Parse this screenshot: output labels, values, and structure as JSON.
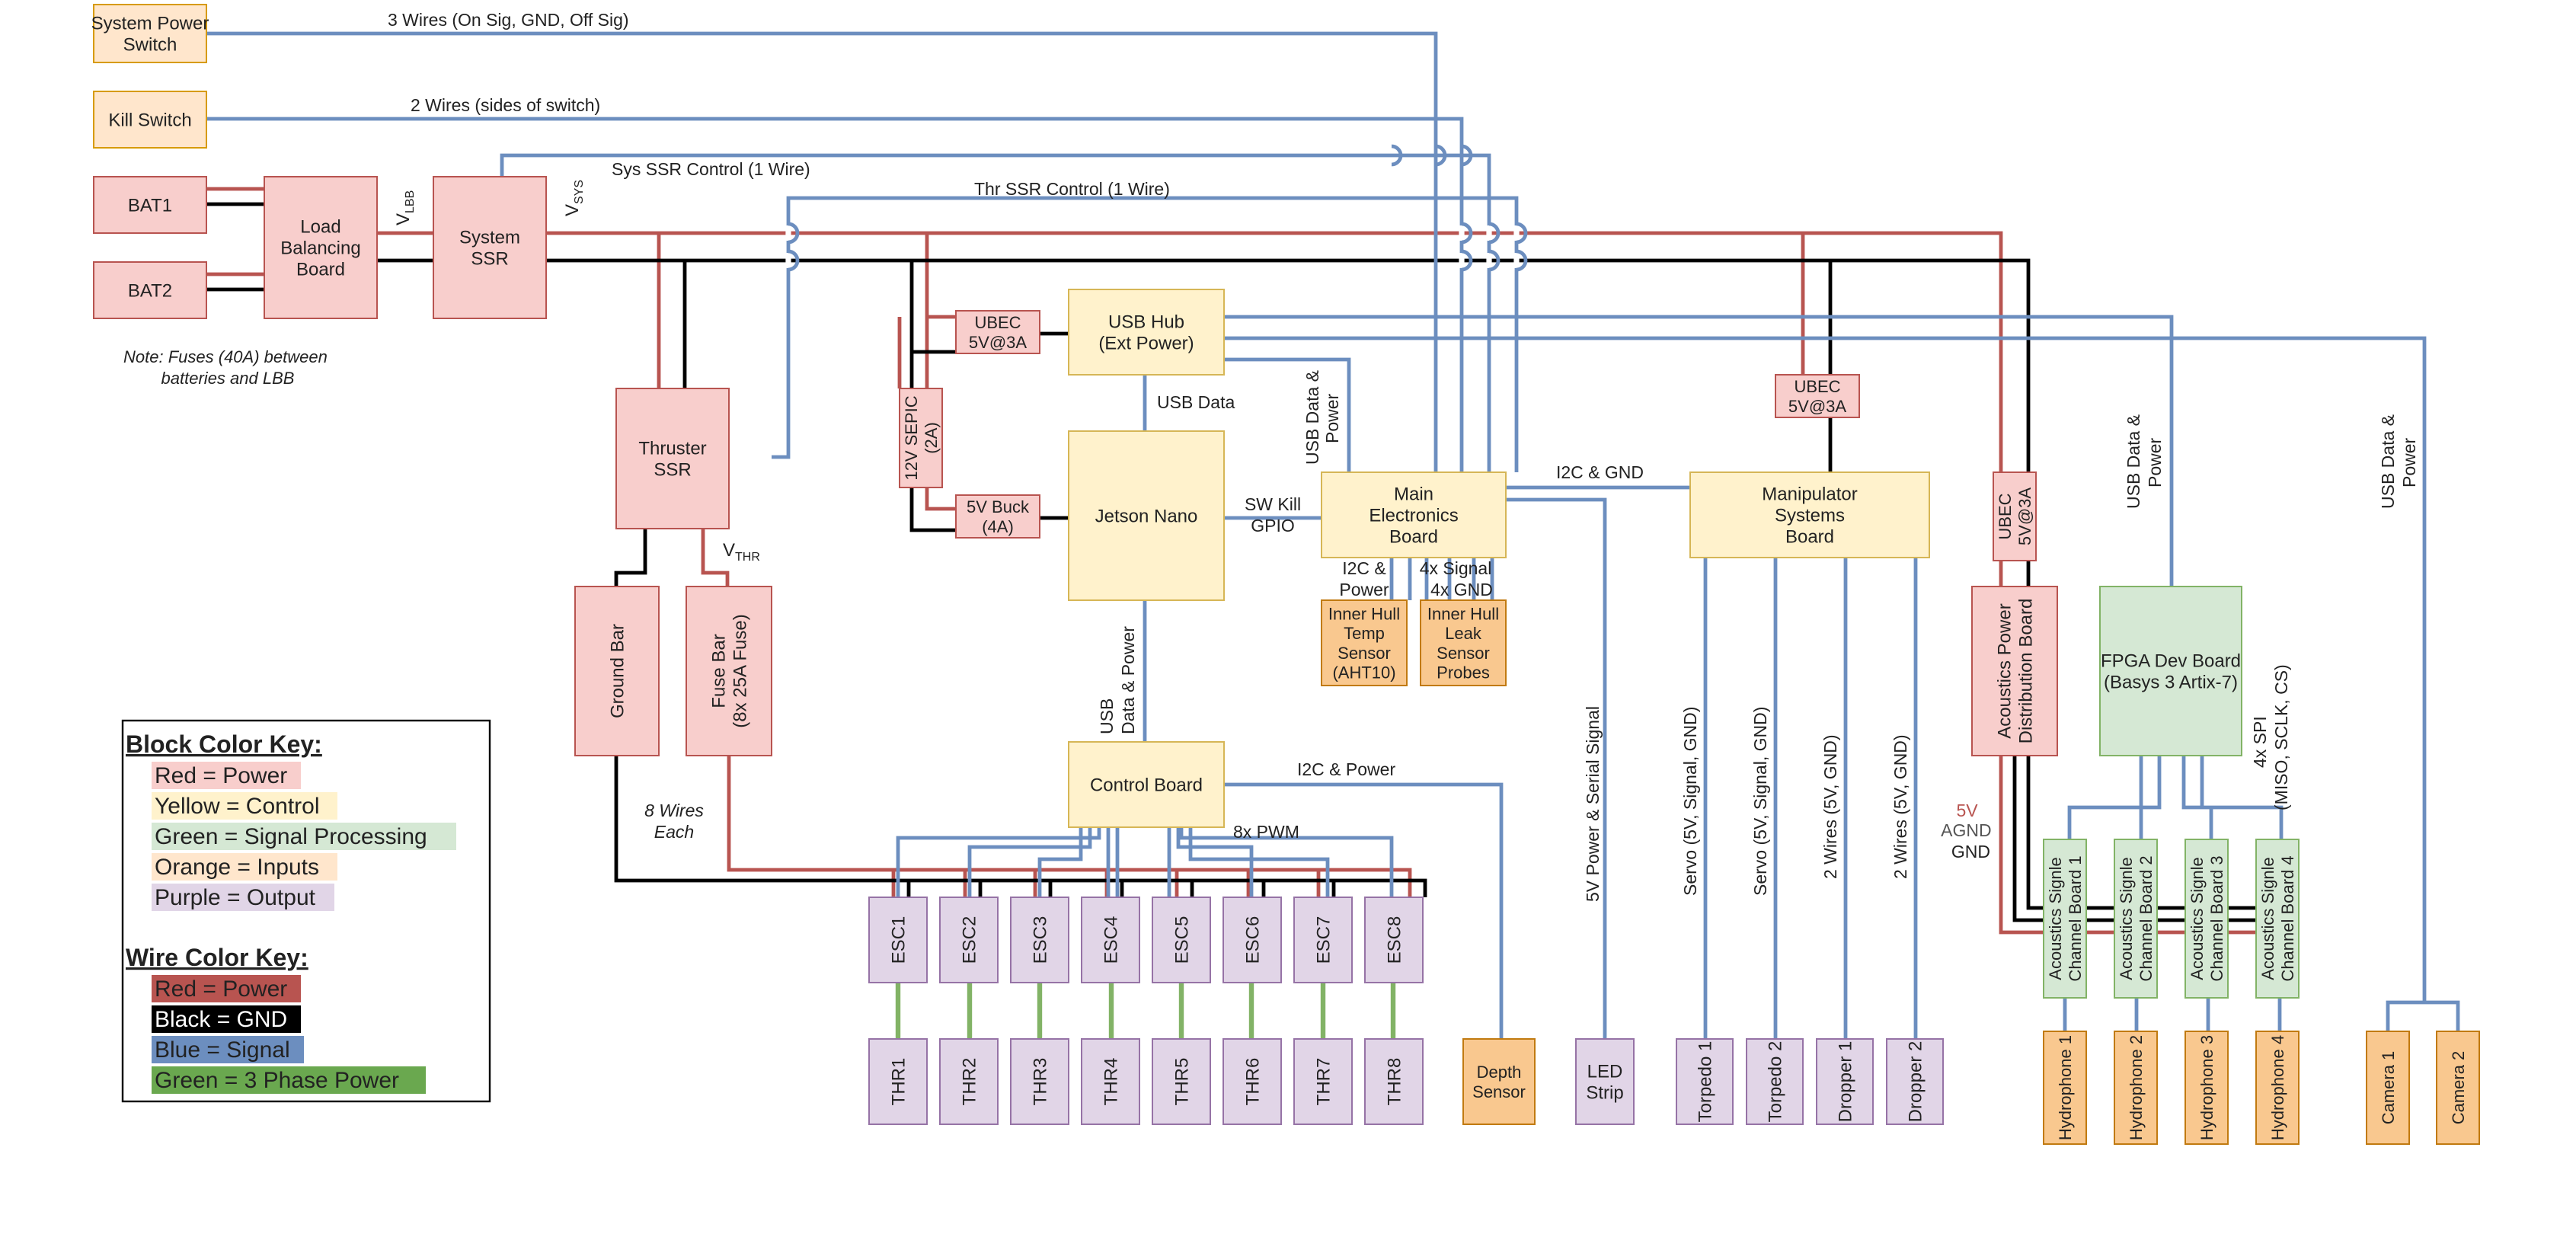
{
  "colors": {
    "power_fill": "#f8cecc",
    "power_stroke": "#b85450",
    "control_fill": "#fff2cc",
    "control_stroke": "#d6b656",
    "signal_fill": "#d5e8d4",
    "signal_stroke": "#82b366",
    "input_fill": "#ffe6cc",
    "input_stroke": "#d79b00",
    "output_fill": "#e1d5e7",
    "output_stroke": "#9673a6",
    "input_dark_fill": "#f9c88f",
    "input_dark_stroke": "#c17a10",
    "wire_power": "#b85450",
    "wire_gnd": "#000000",
    "wire_signal": "#6c8ebf",
    "wire_phase": "#82b366"
  },
  "blocks": {
    "sys_power_switch": [
      "System Power",
      "Switch"
    ],
    "kill_switch": [
      "Kill Switch"
    ],
    "bat1": [
      "BAT1"
    ],
    "bat2": [
      "BAT2"
    ],
    "lbb": [
      "Load",
      "Balancing",
      "Board"
    ],
    "sys_ssr": [
      "System",
      "SSR"
    ],
    "thr_ssr": [
      "Thruster",
      "SSR"
    ],
    "ground_bar": [
      "Ground Bar"
    ],
    "fuse_bar": [
      "Fuse Bar",
      "(8x 25A Fuse)"
    ],
    "sepic": [
      "12V SEPIC",
      "(2A)"
    ],
    "ubec1": [
      "UBEC",
      "5V@3A"
    ],
    "buck": [
      "5V Buck",
      "(4A)"
    ],
    "usb_hub": [
      "USB Hub",
      "(Ext Power)"
    ],
    "jetson": [
      "Jetson Nano"
    ],
    "control_board": [
      "Control Board"
    ],
    "meb": [
      "Main",
      "Electronics",
      "Board"
    ],
    "temp_sensor": [
      "Inner Hull",
      "Temp",
      "Sensor",
      "(AHT10)"
    ],
    "leak_sensor": [
      "Inner Hull",
      "Leak",
      "Sensor",
      "Probes"
    ],
    "depth_sensor": [
      "Depth",
      "Sensor"
    ],
    "led_strip": [
      "LED",
      "Strip"
    ],
    "ubec2": [
      "UBEC",
      "5V@3A"
    ],
    "msb": [
      "Manipulator",
      "Systems",
      "Board"
    ],
    "ubec3": [
      "UBEC",
      "5V@3A"
    ],
    "apdb": [
      "Acoustics Power",
      "Distribution Board"
    ],
    "fpga": [
      "FPGA Dev Board",
      "(Basys 3 Artix-7)"
    ],
    "escs": [
      "ESC1",
      "ESC2",
      "ESC3",
      "ESC4",
      "ESC5",
      "ESC6",
      "ESC7",
      "ESC8"
    ],
    "thrusters": [
      "THR1",
      "THR2",
      "THR3",
      "THR4",
      "THR5",
      "THR6",
      "THR7",
      "THR8"
    ],
    "torpedo1": [
      "Torpedo 1"
    ],
    "torpedo2": [
      "Torpedo 2"
    ],
    "dropper1": [
      "Dropper 1"
    ],
    "dropper2": [
      "Dropper 2"
    ],
    "acoustic_boards": [
      [
        "Acoustics Signle",
        "Channel Board 1"
      ],
      [
        "Acoustics Signle",
        "Channel Board 2"
      ],
      [
        "Acoustics Signle",
        "Channel Board 3"
      ],
      [
        "Acoustics Signle",
        "Channel Board 4"
      ]
    ],
    "hydrophones": [
      "Hydrophone 1",
      "Hydrophone 2",
      "Hydrophone 3",
      "Hydrophone 4"
    ],
    "camera1": [
      "Camera 1"
    ],
    "camera2": [
      "Camera 2"
    ]
  },
  "labels": {
    "wires3": "3 Wires (On Sig, GND, Off Sig)",
    "wires2": "2 Wires (sides of switch)",
    "sys_ssr_ctrl": "Sys SSR Control (1 Wire)",
    "thr_ssr_ctrl": "Thr SSR Control (1 Wire)",
    "vlbb_main": "V",
    "vlbb_sub": "LBB",
    "vsys_main": "V",
    "vsys_sub": "SYS",
    "vthr_main": "V",
    "vthr_sub": "THR",
    "note": [
      "Note: Fuses (40A) between",
      "batteries and LBB"
    ],
    "usb_data": "USB Data",
    "usb_data_power_hub": [
      "USB Data &",
      "Power"
    ],
    "sw_kill": [
      "SW Kill",
      "GPIO"
    ],
    "usb_data_power_cb": [
      "USB",
      "Data & Power"
    ],
    "i2c_gnd": "I2C & GND",
    "i2c_power_temp": [
      "I2C &",
      "Power"
    ],
    "signal_gnd_leak": [
      "4x Signal",
      "4x GND"
    ],
    "i2c_power_cb": "I2C & Power",
    "pwm": "8x PWM",
    "wires8": [
      "8 Wires",
      "Each"
    ],
    "led_power": "5V Power & Serial Signal",
    "servo1": "Servo (5V, Signal, GND)",
    "servo2": "Servo (5V, Signal, GND)",
    "drop_wires1": "2 Wires (5V, GND)",
    "drop_wires2": "2 Wires (5V, GND)",
    "usb_data_power_fpga": [
      "USB Data &",
      "Power"
    ],
    "usb_data_power_cam": [
      "USB Data &",
      "Power"
    ],
    "spi": [
      "4x SPI",
      "(MISO, SCLK, CS)"
    ],
    "acoustic_power": [
      "5V",
      "AGND",
      "GND"
    ]
  },
  "key": {
    "block_title": "Block Color Key:",
    "blocks": [
      "Red = Power",
      "Yellow = Control",
      "Green = Signal Processing",
      "Orange = Inputs",
      "Purple = Output"
    ],
    "wire_title": "Wire Color Key:",
    "wires": [
      "Red = Power",
      "Black = GND",
      "Blue = Signal",
      "Green = 3 Phase Power"
    ]
  }
}
